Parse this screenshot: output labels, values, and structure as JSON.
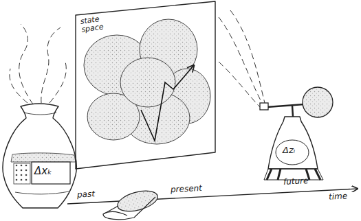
{
  "diagram": {
    "nodes": [
      {
        "text": [
          "Δxₖ"
        ]
      },
      {
        "text": [
          "state space"
        ]
      },
      {
        "text": [
          "Δzₗ"
        ]
      }
    ],
    "labels": [
      "past",
      "present",
      "future",
      "time"
    ]
  }
}
